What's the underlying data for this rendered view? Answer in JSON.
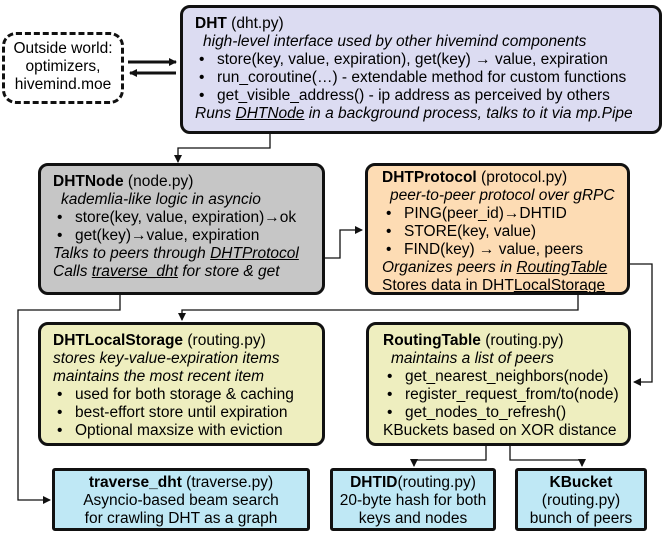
{
  "outside": {
    "lines": [
      "Outside world:",
      "optimizers,",
      "hivemind.moe"
    ]
  },
  "dht": {
    "title": "DHT",
    "file": "(dht.py)",
    "desc": "high-level interface used by other hivemind components",
    "bullets": [
      "store(key, value, expiration), get(key) → value, expiration",
      "run_coroutine(…) - extendable method for custom functions",
      "get_visible_address() - ip address as perceived by others"
    ],
    "footer_pre": "Runs ",
    "footer_link": "DHTNode",
    "footer_post": " in a background process, talks to it via mp.Pipe"
  },
  "dhtnode": {
    "title": "DHTNode",
    "file": "(node.py)",
    "desc": "kademlia-like logic in asyncio",
    "bullets": [
      "store(key, value, expiration)→ok",
      "get(key)→value, expiration"
    ],
    "line1_pre": "Talks to peers through ",
    "line1_link": "DHTProtocol",
    "line2_pre": "Calls ",
    "line2_link": "traverse_dht",
    "line2_post": " for store & get"
  },
  "dhtprotocol": {
    "title": "DHTProtocol",
    "file": "(protocol.py)",
    "desc": "peer-to-peer protocol over gRPC",
    "bullets": [
      "PING(peer_id)→DHTID",
      "STORE(key, value)",
      "FIND(key) → value, peers"
    ],
    "line1_pre": "Organizes peers in ",
    "line1_link": "RoutingTable",
    "line2_pre": "Stores data in DHT",
    "line2_link": "LocalStorage"
  },
  "localstorage": {
    "title": "DHTLocalStorage",
    "file": "(routing.py)",
    "desc1": "stores key-value-expiration items",
    "desc2": "maintains the most recent item",
    "bullets": [
      "used for both storage & caching",
      "best-effort store until expiration",
      "Optional maxsize with eviction"
    ]
  },
  "routingtable": {
    "title": "RoutingTable",
    "file": "(routing.py)",
    "desc": "maintains a list of peers",
    "bullets": [
      "get_nearest_neighbors(node)",
      "register_request_from/to(node)",
      "get_nodes_to_refresh()"
    ],
    "footer": "KBuckets based on XOR distance"
  },
  "traverse": {
    "title": "traverse_dht",
    "file": "(traverse.py)",
    "lines": [
      "Asyncio-based beam search",
      "for crawling DHT as a graph"
    ]
  },
  "dhtid": {
    "title": "DHTID",
    "file": "(routing.py)",
    "lines": [
      "20-byte hash for both",
      "keys and nodes"
    ]
  },
  "kbucket": {
    "title": "KBucket",
    "file": "(routing.py)",
    "lines": [
      "bunch of peers"
    ]
  }
}
